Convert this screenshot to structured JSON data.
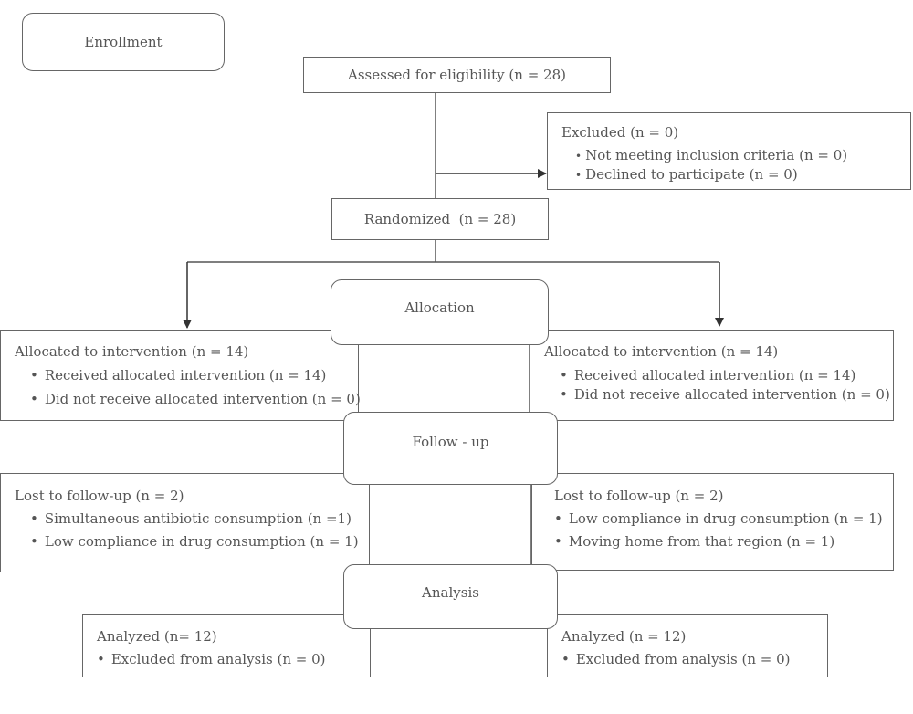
{
  "stages": {
    "enrollment": "Enrollment",
    "allocation": "Allocation",
    "followup": "Follow - up",
    "analysis": "Analysis"
  },
  "assessed": "Assessed for eligibility (n = 28)",
  "excluded": {
    "title": "Excluded (n = 0)",
    "items": [
      "Not meeting inclusion criteria (n = 0)",
      "Declined to participate (n = 0)"
    ]
  },
  "randomized": "Randomized  (n = 28)",
  "left": {
    "allocated_title": "Allocated to intervention (n = 14)",
    "allocated_items": [
      "Received allocated intervention (n = 14)",
      "Did not receive allocated intervention (n = 0)"
    ],
    "lost_title": "Lost to follow-up (n = 2)",
    "lost_items": [
      "Simultaneous antibiotic consumption (n =1)",
      "Low compliance in drug consumption (n = 1)"
    ],
    "analyzed_title": "Analyzed (n= 12)",
    "analyzed_items": [
      "Excluded from analysis (n = 0)"
    ]
  },
  "right": {
    "allocated_title": "Allocated to intervention (n = 14)",
    "allocated_items": [
      "Received allocated intervention (n = 14)",
      "Did not receive allocated intervention (n = 0)"
    ],
    "lost_title": "Lost to follow-up (n = 2)",
    "lost_items": [
      "Low compliance in drug consumption (n = 1)",
      "Moving home from that region (n = 1)"
    ],
    "analyzed_title": "Analyzed (n = 12)",
    "analyzed_items": [
      "Excluded from analysis (n = 0)"
    ]
  }
}
